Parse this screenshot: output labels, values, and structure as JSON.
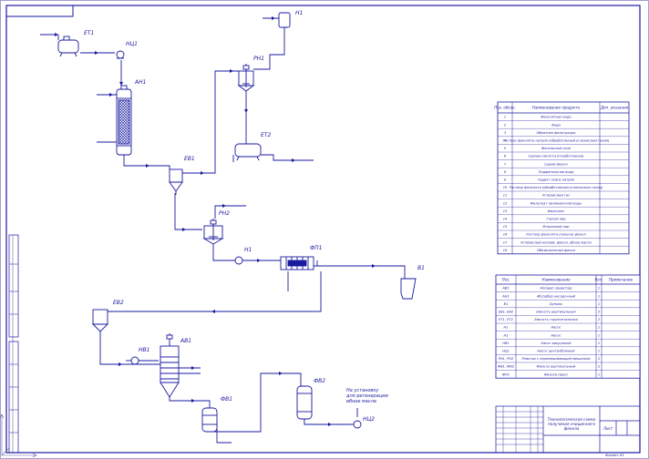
{
  "colors": {
    "line": "#1a1aa0",
    "frame": "#1a1aa0",
    "background": "#ffffff"
  },
  "labels": {
    "et1": "ЕТ1",
    "nc1": "НЦ1",
    "an1": "АН1",
    "n1_top": "Н1",
    "rn1": "РН1",
    "et2": "ЕТ2",
    "ev1": "ЕВ1",
    "rn2": "РН2",
    "n1": "Н1",
    "fp1": "ФП1",
    "v1": "В1",
    "ev2": "ЕВ2",
    "nv1": "НВ1",
    "av1": "АВ1",
    "fv1": "ФВ1",
    "fv2": "ФВ2",
    "nc2": "НЦ2",
    "note": [
      "На установку",
      "для регенерации",
      "вбное масла"
    ]
  },
  "flow_table": {
    "headers": [
      "Поз. обозн.",
      "Наименование продукта",
      "Доп. указания"
    ],
    "rows": [
      [
        "1",
        "Фенолятная вода",
        ""
      ],
      [
        "2",
        "Вода",
        ""
      ],
      [
        "3",
        "Обратная фильтрация",
        ""
      ],
      [
        "4",
        "Раствор фенолята натрия (обработанный углекислым газом)",
        ""
      ],
      [
        "5",
        "Фенольный слой",
        ""
      ],
      [
        "6",
        "Серная кислота (отработанная)",
        ""
      ],
      [
        "7",
        "Сырой фенол",
        ""
      ],
      [
        "8",
        "Подфенольная вода",
        ""
      ],
      [
        "9",
        "Гидрат окиси натрия",
        ""
      ],
      [
        "10",
        "Раствор фенолята (обработанный углекислым газом)",
        ""
      ],
      [
        "11",
        "Углекислый газ",
        ""
      ],
      [
        "12",
        "Фильтрат промывочной воды",
        ""
      ],
      [
        "13",
        "Фильтрат",
        ""
      ],
      [
        "14",
        "Глухой пар",
        ""
      ],
      [
        "15",
        "Вторичный пар",
        ""
      ],
      [
        "16",
        "Раствор фенолята (сильно) фенол",
        ""
      ],
      [
        "17",
        "Углекислый натрий, фенол, вбное масло",
        ""
      ],
      [
        "18",
        "Обезвоженный фенол",
        ""
      ]
    ]
  },
  "equipment_table": {
    "headers": [
      "Поз.",
      "Наименование",
      "Кол.",
      "Примечание"
    ],
    "rows": [
      [
        "АВ1",
        "Аппарат (реактор)",
        "1",
        ""
      ],
      [
        "АН1",
        "Абсорбер насадочный",
        "1",
        ""
      ],
      [
        "В1",
        "Бункер",
        "1",
        ""
      ],
      [
        "ЕВ1, ЕВ2",
        "Емкость вертикальная",
        "2",
        ""
      ],
      [
        "ЕТ1, ЕТ2",
        "Емкость горизонтальная",
        "2",
        ""
      ],
      [
        "Н1",
        "Насос",
        "1",
        ""
      ],
      [
        "Н1",
        "Насос",
        "1",
        ""
      ],
      [
        "НВ1",
        "Насос вакуумный",
        "1",
        ""
      ],
      [
        "НЦ1",
        "Насос центробежный",
        "1",
        ""
      ],
      [
        "РН1, РН2",
        "Реактор с перемешивающей мешалкой",
        "2",
        ""
      ],
      [
        "ФВ1, ФВ2",
        "Фильтр вертикальный",
        "2",
        ""
      ],
      [
        "ФП1",
        "Фильтр-пресс",
        "1",
        ""
      ]
    ]
  },
  "title_block": {
    "title": "Технологическая схема получения очищенного фенола",
    "sheet_info": "Лист",
    "format": "Формат А3"
  }
}
